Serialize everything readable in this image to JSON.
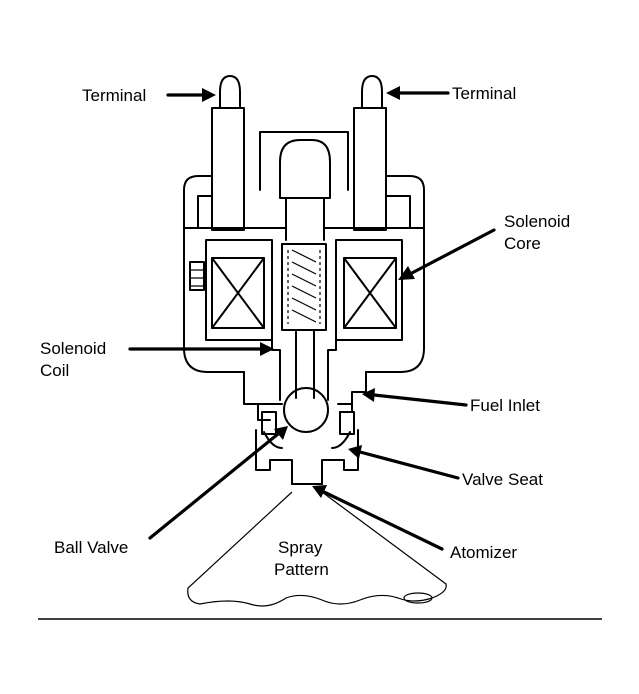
{
  "labels": {
    "terminal_left": "Terminal",
    "terminal_right": "Terminal",
    "solenoid_core_line1": "Solenoid",
    "solenoid_core_line2": "Core",
    "solenoid_coil_line1": "Solenoid",
    "solenoid_coil_line2": "Coil",
    "fuel_inlet": "Fuel Inlet",
    "valve_seat": "Valve Seat",
    "ball_valve": "Ball Valve",
    "atomizer": "Atomizer",
    "spray_pattern_line1": "Spray",
    "spray_pattern_line2": "Pattern"
  },
  "colors": {
    "ink": "#000000",
    "paper": "#ffffff"
  }
}
